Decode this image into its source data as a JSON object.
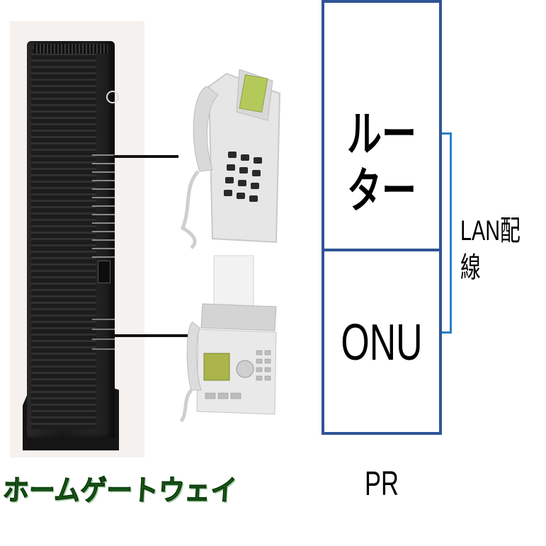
{
  "labels": {
    "router": "ルーター",
    "onu": "ONU",
    "lan": "LAN配線",
    "pr": "PR",
    "home_gateway": "ホームゲートウェイ"
  },
  "colors": {
    "rack_border": "#2f5597",
    "lan_bracket": "#2a7fc6",
    "home_gateway_text": "#1f6b1f"
  },
  "icons": {
    "gateway": "home-gateway-device-icon",
    "phone": "desk-phone-icon",
    "fax": "fax-phone-icon"
  }
}
